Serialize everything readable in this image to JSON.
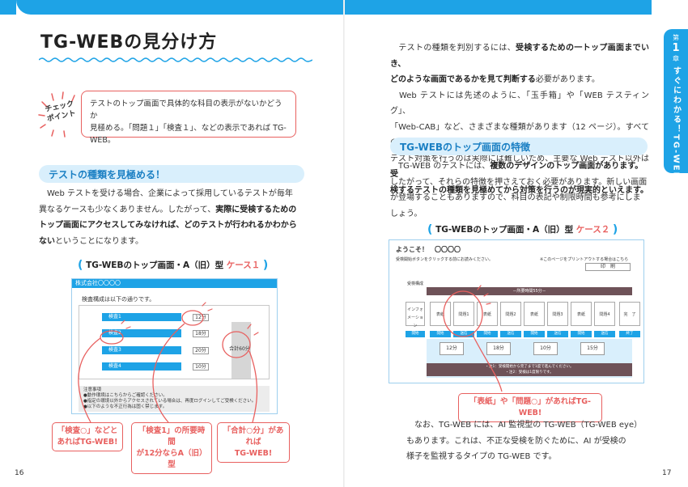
{
  "chapter": {
    "label": "第",
    "number": "1",
    "unit": "章",
    "title": "すぐにわかる！TG-WEB"
  },
  "left": {
    "title": "TG-WEBの見分け方",
    "check": {
      "badge_line1": "チェック",
      "badge_line2": "ポイント",
      "text_line1": "テストのトップ画面で具体的な科目の表示がないかどうか",
      "text_line2": "見極める。「問題１」「検査１」、などの表示であれば TG-",
      "text_line3": "WEB。"
    },
    "section1": {
      "heading": "テストの種類を見極める！",
      "p1": "Web テストを受ける場合、企業によって採用しているテストが毎年",
      "p2": "異なるケースも少なくありません。したがって、",
      "p2b": "実際に受検するための",
      "p3b": "トップ画面にアクセスしてみなければ、どのテストが行われるかわから",
      "p4b": "ない",
      "p4": "ということになります。"
    },
    "figure": {
      "caption": "TG-WEBのトップ画面・A（旧）型",
      "case": "ケース１",
      "company": "株式会社〇〇〇〇",
      "heading": "検査構成は以下の通りです。",
      "rows": [
        {
          "label": "検査1",
          "time": "12分"
        },
        {
          "label": "検査2",
          "time": "18分"
        },
        {
          "label": "検査3",
          "time": "20分"
        },
        {
          "label": "検査4",
          "time": "10分"
        }
      ],
      "total": "合計60分",
      "notes_title": "注意事項",
      "notes": [
        "●動作環境はこちらからご確認ください。",
        "●指定の環境以外からアクセスされている場合は、再度ログインしてご受検ください。",
        "●以下のような不正行為は固く禁じます。"
      ]
    },
    "callouts": [
      {
        "l1": "「検査○」などと",
        "l2": "あればTG-WEB!"
      },
      {
        "l1": "「検査1」の所要時間",
        "l2": "が12分ならA（旧）型"
      },
      {
        "l1": "「合計○分」があれば",
        "l2": "TG-WEB!"
      }
    ],
    "page_number": "16"
  },
  "right": {
    "intro": {
      "l1a": "テストの種類を判別するには、",
      "l1b": "受検するための一トップ画面までいき、",
      "l2b": "どのような画面であるかを見て判断する",
      "l2": "必要があります。",
      "l3": "Web テストには先述のように、「玉手箱」や「WEB テスティング」、",
      "l4": "「Web-CAB」など、さまざまな種類があります（12 ページ）。すべての",
      "l5a": "テスト対策を行うのは実際には難しいため、主要な Web テスト以外は",
      "l5b": "受",
      "l6b": "検するテストの種類を見極めてから対策を行うのが現実的といえます。"
    },
    "section2": {
      "heading": "TG-WEBのトップ画面の特徴",
      "p1a": "TG-WEB のテストには、",
      "p1b": "複数のデザインのトップ画面があります。",
      "p2": "したがって、それらの特徴を押さえておく必要があります。新しい画面",
      "p3": "が登場することもありますので、科目の表記や制限時間も参考にしま",
      "p4": "しょう。"
    },
    "figure": {
      "caption": "TG-WEBのトップ画面・A（旧）型",
      "case": "ケース２",
      "hello": "ようこそ！　〇〇〇〇",
      "hint": "受検開始ボタンをクリックする前にお読みください。",
      "print_hint": "※このページをプリントアウトする場合はこちら",
      "print": "印　刷",
      "structure": "受検構成",
      "time_total": "－所要時間55分－",
      "cells": [
        "インフォメーション",
        "表紙",
        "問題1",
        "表紙",
        "問題2",
        "表紙",
        "問題3",
        "表紙",
        "問題4",
        "完　了"
      ],
      "buttons": [
        "開始",
        "開始",
        "送信",
        "開始",
        "送信",
        "開始",
        "送信",
        "開始",
        "送信",
        "終了"
      ],
      "minutes": [
        "12分",
        "18分",
        "10分",
        "15分"
      ],
      "note1": "・注1：受検開始から完了まで1度で進んでください。",
      "note2": "・注2：受検は1度限りです。"
    },
    "callout": "「表紙」や「問題○」があればTG-WEB!",
    "outro": {
      "l1": "なお、TG-WEB には、AI 監視型の TG-WEB（TG-WEB eye）",
      "l2": "もあります。これは、不正な受検を防ぐために、AI が受検の",
      "l3": "様子を監視するタイプの TG-WEB です。"
    },
    "page_number": "17"
  }
}
